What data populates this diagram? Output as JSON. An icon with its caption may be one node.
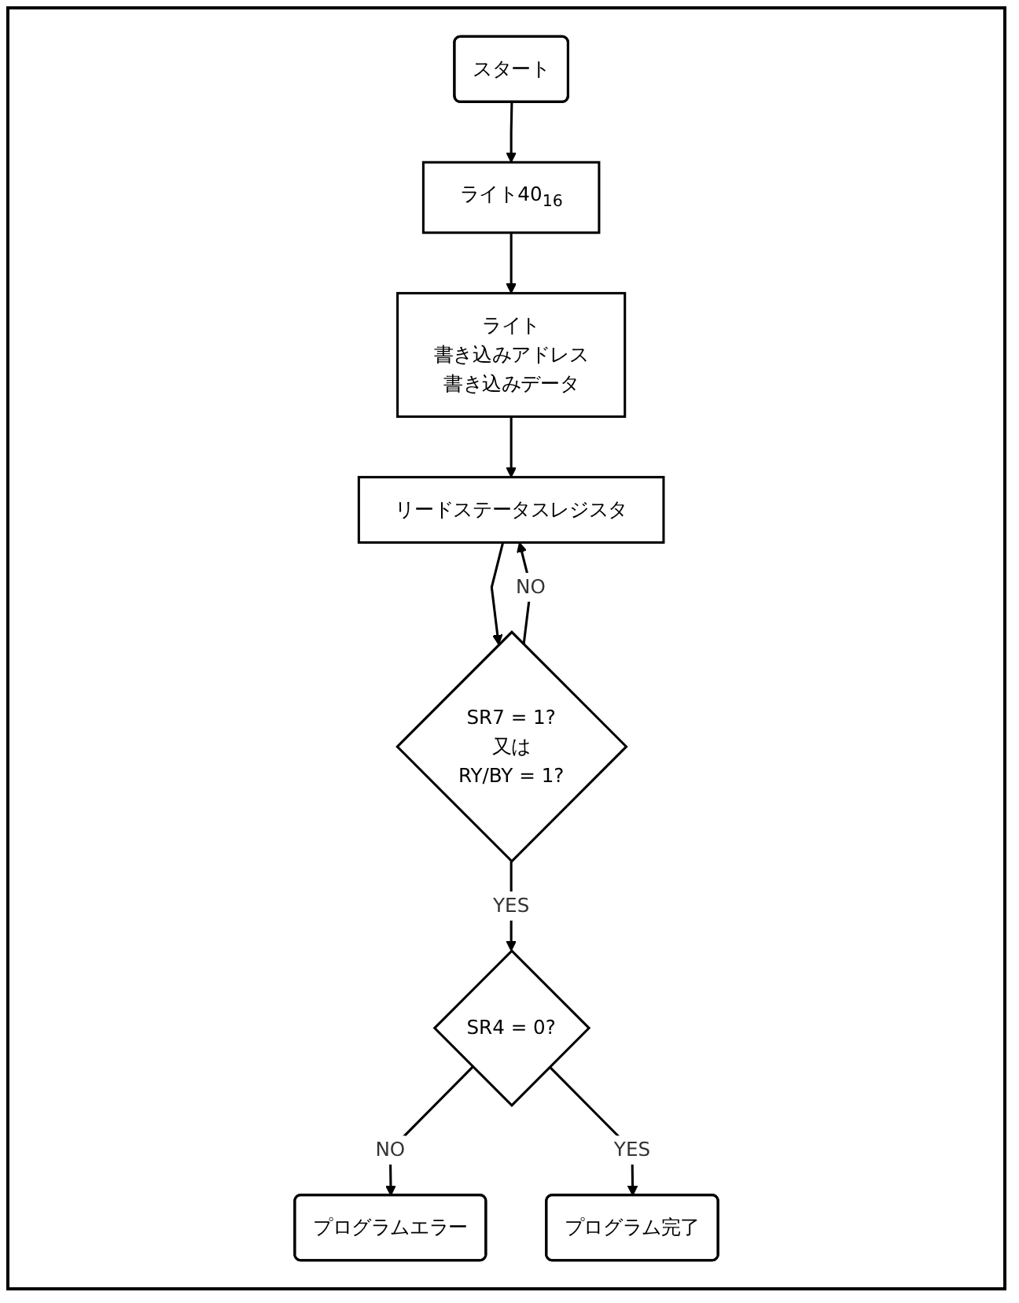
{
  "diagram": {
    "nodes": [
      {
        "text": [
          "スタート"
        ]
      },
      {
        "text": [
          "ライト40$_{16}$"
        ]
      },
      {
        "text": [
          "ライト",
          "書き込みアドレス",
          "書き込みデータ"
        ]
      },
      {
        "text": [
          "リードステータスレジスタ"
        ]
      },
      {
        "text": [
          "SR7 = 1?",
          "又は",
          "RY/BY = 1?"
        ]
      },
      {
        "text": [
          "SR4 = 0?"
        ]
      },
      {
        "text": [
          "プログラムエラー"
        ]
      },
      {
        "text": [
          "プログラム完了"
        ]
      }
    ],
    "edges": [
      {
        "from": 0,
        "to": 1,
        "arrow": "to"
      },
      {
        "from": 1,
        "to": 2,
        "arrow": "to"
      },
      {
        "from": 2,
        "to": 3,
        "arrow": "to"
      },
      {
        "from": 3,
        "to": 4,
        "arrow": "to"
      },
      {
        "from": 4,
        "to": 3,
        "label": "NO",
        "arrow": "to"
      },
      {
        "from": 4,
        "to": 5,
        "label": "YES",
        "arrow": "to"
      },
      {
        "from": 5,
        "to": 6,
        "label": "NO",
        "arrow": "to"
      },
      {
        "from": 5,
        "to": 7,
        "label": "YES",
        "arrow": "to"
      }
    ]
  }
}
